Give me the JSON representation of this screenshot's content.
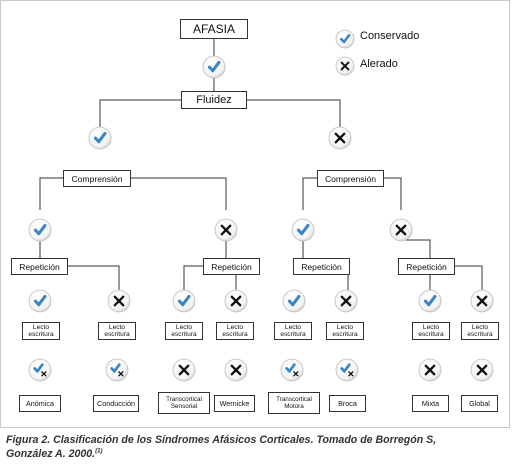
{
  "root": "AFASIA",
  "level1": "Fluidez",
  "comprension": "Comprensión",
  "repeticion": "Repetición",
  "lecto": [
    "Lecto",
    "escritura"
  ],
  "legend": {
    "conservado": "Conservado",
    "alterado": "Alerado"
  },
  "leaves": {
    "anomica": "Anómica",
    "conduccion": "Conducción",
    "transcortical_sensorial": [
      "Transcortical",
      "Sensorial"
    ],
    "wernicke": "Wernicke",
    "transcortical_motora": [
      "Transcortical",
      "Motora"
    ],
    "broca": "Broca",
    "mixta": "Mixta",
    "global": "Global"
  },
  "caption": {
    "line1": "Figura 2. Clasificación de los Síndromes Afásicos Corticales. Tomado de Borregón S,",
    "line2": "González A.  2000.",
    "ref": "(1)"
  },
  "colors": {
    "check": "#3a86c6",
    "cross": "#111111",
    "border": "#333333"
  }
}
